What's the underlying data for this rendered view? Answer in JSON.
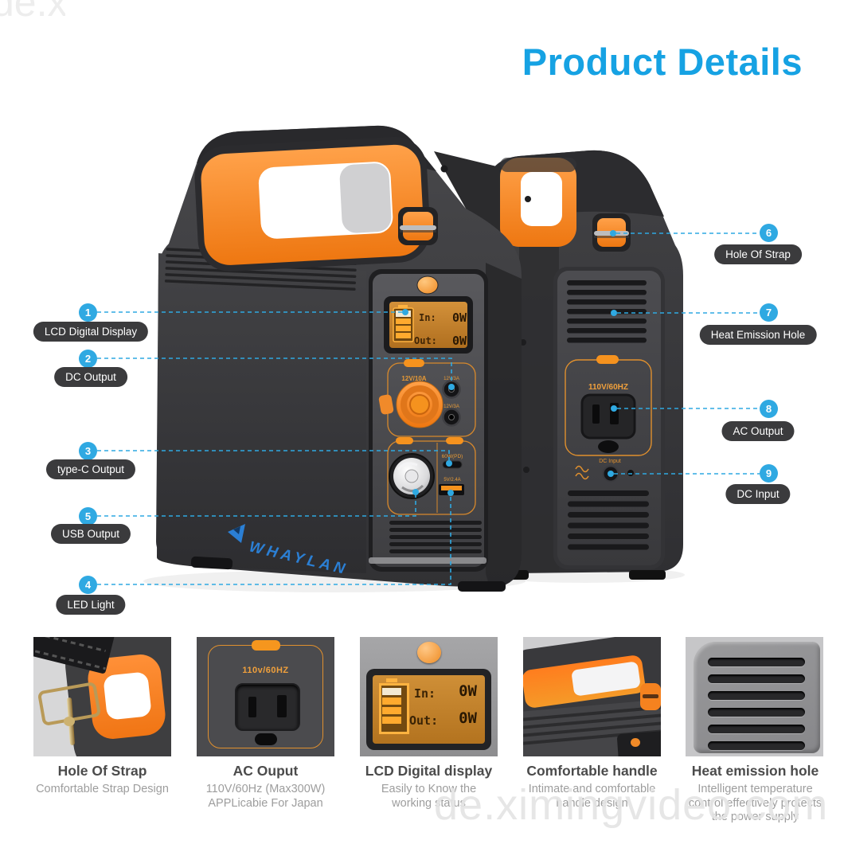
{
  "title": "Product Details",
  "watermark": "de.ximingvideo.com",
  "colors": {
    "accent_blue": "#16a2e3",
    "callout_blue": "#2fa9e2",
    "orange": "#f5821f",
    "pill_bg": "#3b3b3d",
    "brand_blue": "#2b7fd4"
  },
  "callouts_left": [
    {
      "num": "1",
      "label": "LCD Digital Display"
    },
    {
      "num": "2",
      "label": "DC Output"
    },
    {
      "num": "3",
      "label": "type-C Output"
    },
    {
      "num": "5",
      "label": "USB Output"
    },
    {
      "num": "4",
      "label": "LED Light"
    }
  ],
  "callouts_right": [
    {
      "num": "6",
      "label": "Hole Of Strap"
    },
    {
      "num": "7",
      "label": "Heat Emission Hole"
    },
    {
      "num": "8",
      "label": "AC Output"
    },
    {
      "num": "9",
      "label": "DC Input"
    }
  ],
  "device": {
    "brand": "WHAYLAN",
    "screen": {
      "in_label": "In:",
      "in_value": "0W",
      "out_label": "Out:",
      "out_value": "0W"
    },
    "dc": {
      "socket": "12V/10A",
      "jack_top": "12V/3A",
      "jack_bottom": "12V/3A"
    },
    "usb": {
      "type_c": "60W(PD)",
      "usb_a": "5V/2.4A"
    },
    "rear": {
      "ac": "110V/60HZ",
      "dc_input": "DC Input"
    }
  },
  "features": [
    {
      "title": "Hole Of Strap",
      "desc": "Comfortable Strap Design"
    },
    {
      "title": "AC Ouput",
      "desc": "110V/60Hz (Max300W)\nAPPLicabie For Japan"
    },
    {
      "title": "LCD Digital display",
      "desc": "Easily to Know the\nworking status"
    },
    {
      "title": "Comfortable handle",
      "desc": "Intimate and comfortable\nhandle design"
    },
    {
      "title": "Heat emission hole",
      "desc": "Intelligent temperature\ncontrol effectively protects\nthe power supply"
    }
  ],
  "thumbs": {
    "ac_label": "110v/60HZ",
    "screen": {
      "in_label": "In:",
      "in_value": "0W",
      "out_label": "Out:",
      "out_value": "0W"
    }
  }
}
